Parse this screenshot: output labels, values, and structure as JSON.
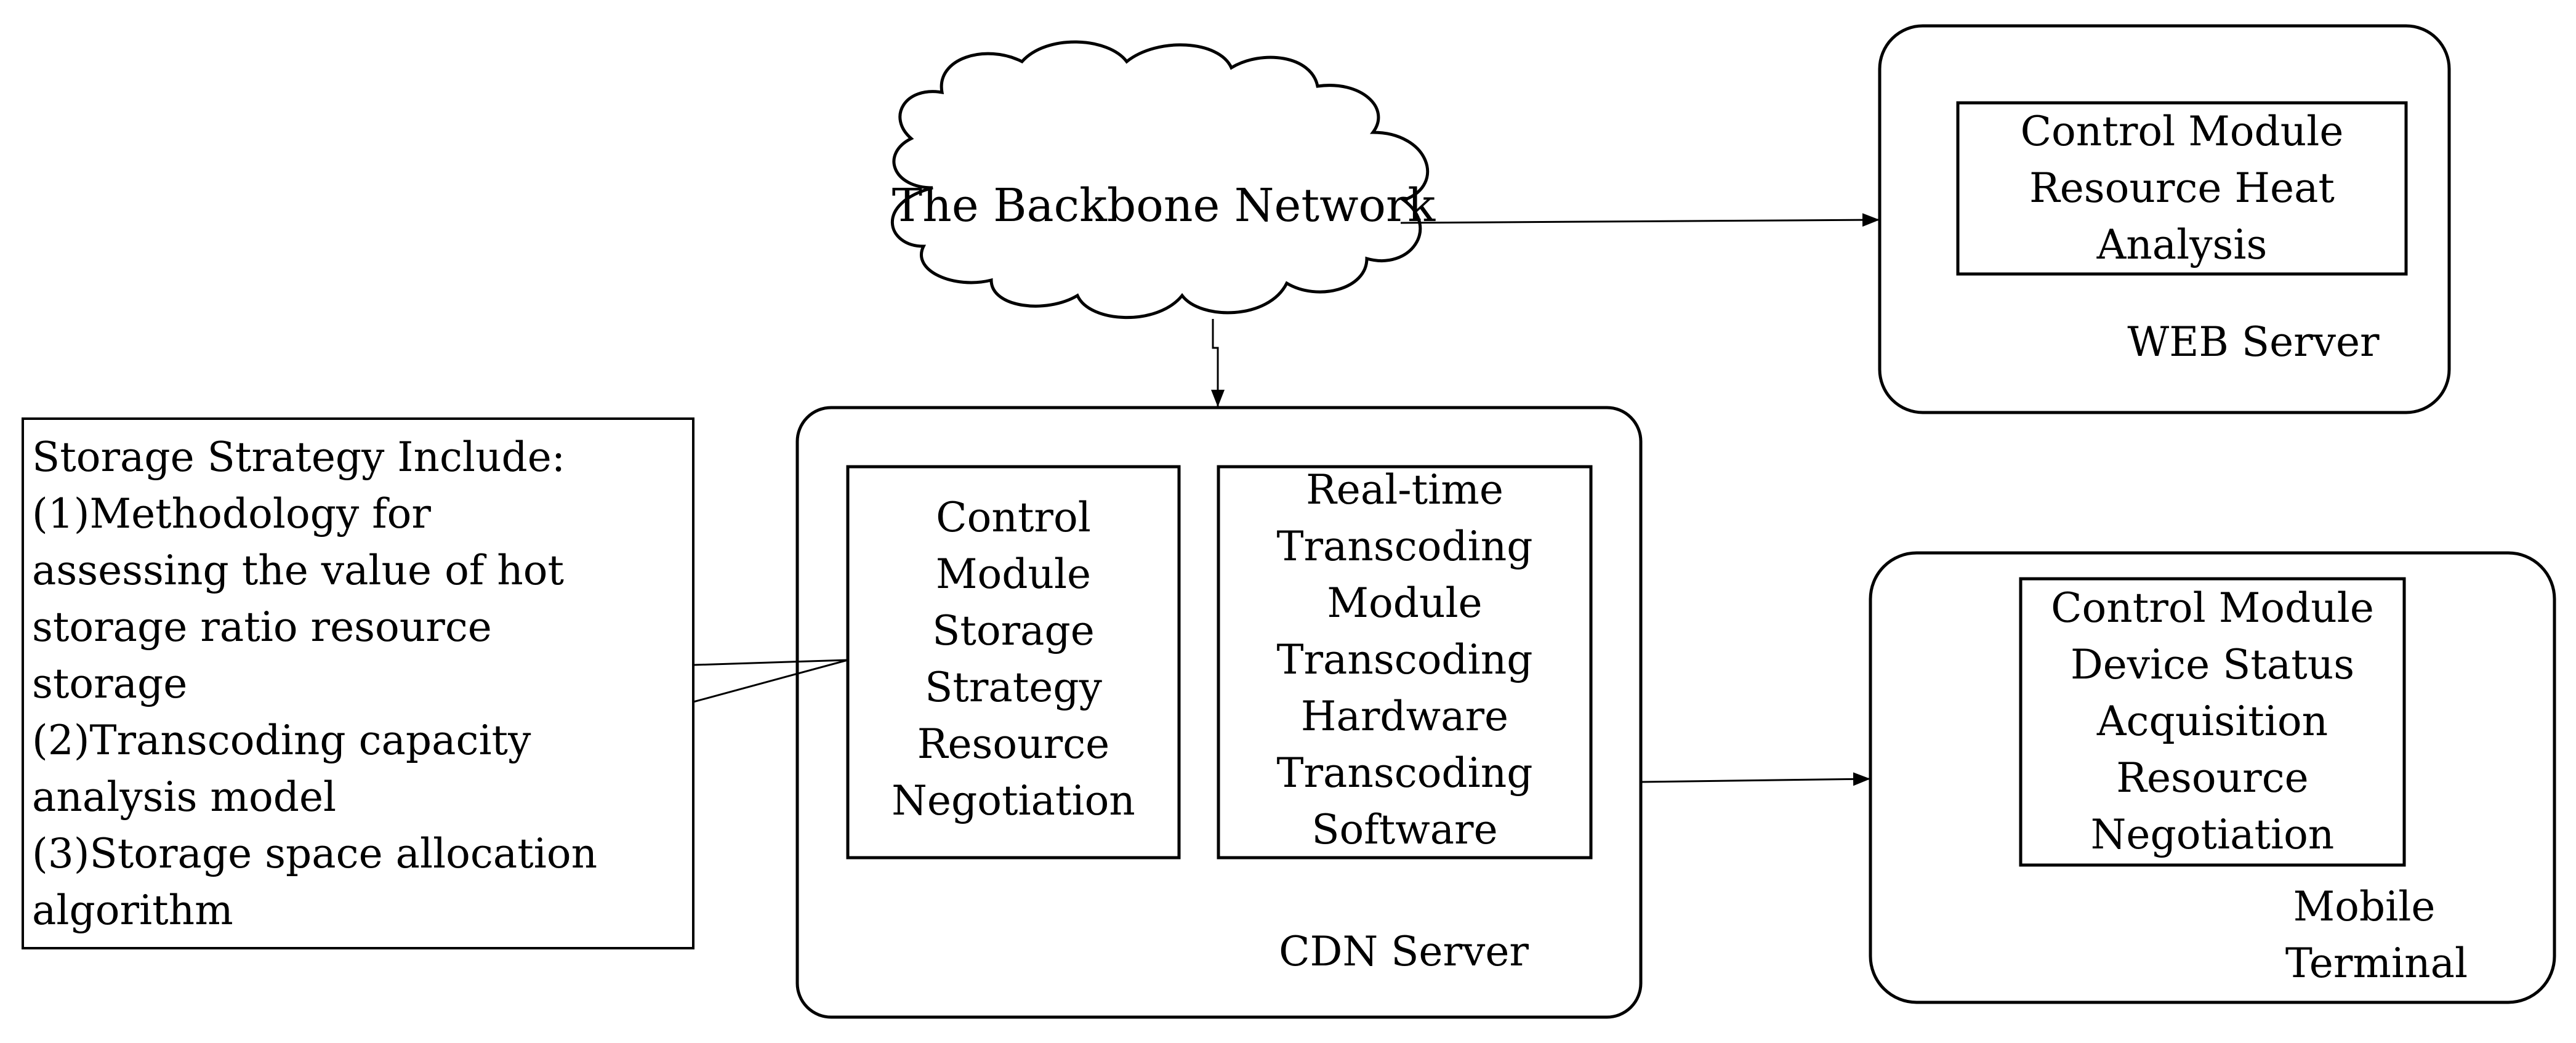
{
  "backbone": {
    "label": "The Backbone Network"
  },
  "web_server": {
    "title": "WEB Server",
    "module_lines": [
      "Control Module",
      "Resource Heat",
      "Analysis"
    ]
  },
  "cdn_server": {
    "title": "CDN Server",
    "control_module_lines": [
      "Control",
      "Module",
      "Storage",
      "Strategy",
      "Resource",
      "Negotiation"
    ],
    "transcoding_module_lines": [
      "Real-time",
      "Transcoding",
      "Module",
      "Transcoding",
      "Hardware",
      "Transcoding",
      "Software"
    ]
  },
  "mobile_terminal": {
    "title_lines": [
      "Mobile",
      "Terminal"
    ],
    "module_lines": [
      "Control Module",
      "Device Status",
      "Acquisition",
      "Resource",
      "Negotiation"
    ]
  },
  "storage_strategy": {
    "lines": [
      "Storage Strategy Include:",
      "(1)Methodology for",
      "assessing the value of hot",
      "storage ratio resource",
      "storage",
      "(2)Transcoding capacity",
      "analysis model",
      "(3)Storage space allocation",
      "algorithm"
    ]
  },
  "colors": {
    "stroke": "#000000",
    "background": "#ffffff"
  }
}
